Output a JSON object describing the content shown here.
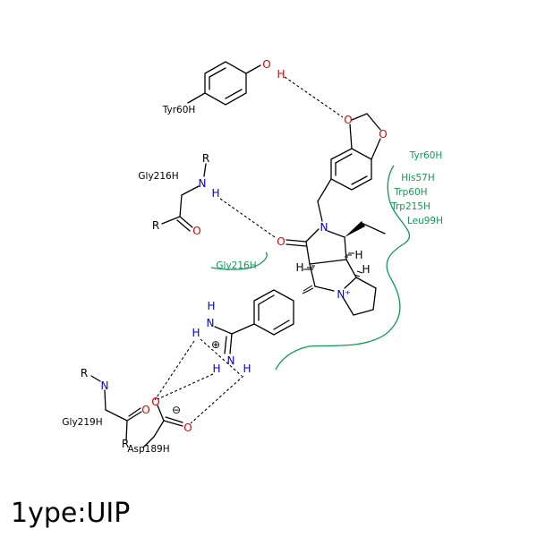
{
  "title": "1ype:UIP",
  "colors": {
    "bond": "#000000",
    "oxygen": "#dd0000",
    "nitrogen": "#0000cc",
    "hydrophobic": "#119955",
    "label": "#000000"
  },
  "residues": {
    "tyr60_polar": "Tyr60H",
    "gly216_polar": "Gly216H",
    "gly216_hydrophobic": "Gly216H",
    "gly219": "Gly219H",
    "asp189": "Asp189H",
    "pocket": [
      "Tyr60H",
      "His57H",
      "Trp60H",
      "Trp215H",
      "Leu99H"
    ]
  },
  "atoms": {
    "O": "O",
    "N": "N",
    "H": "H",
    "R": "R",
    "nplus": "N⁺",
    "plus": "⊕",
    "minus": "⊖"
  }
}
